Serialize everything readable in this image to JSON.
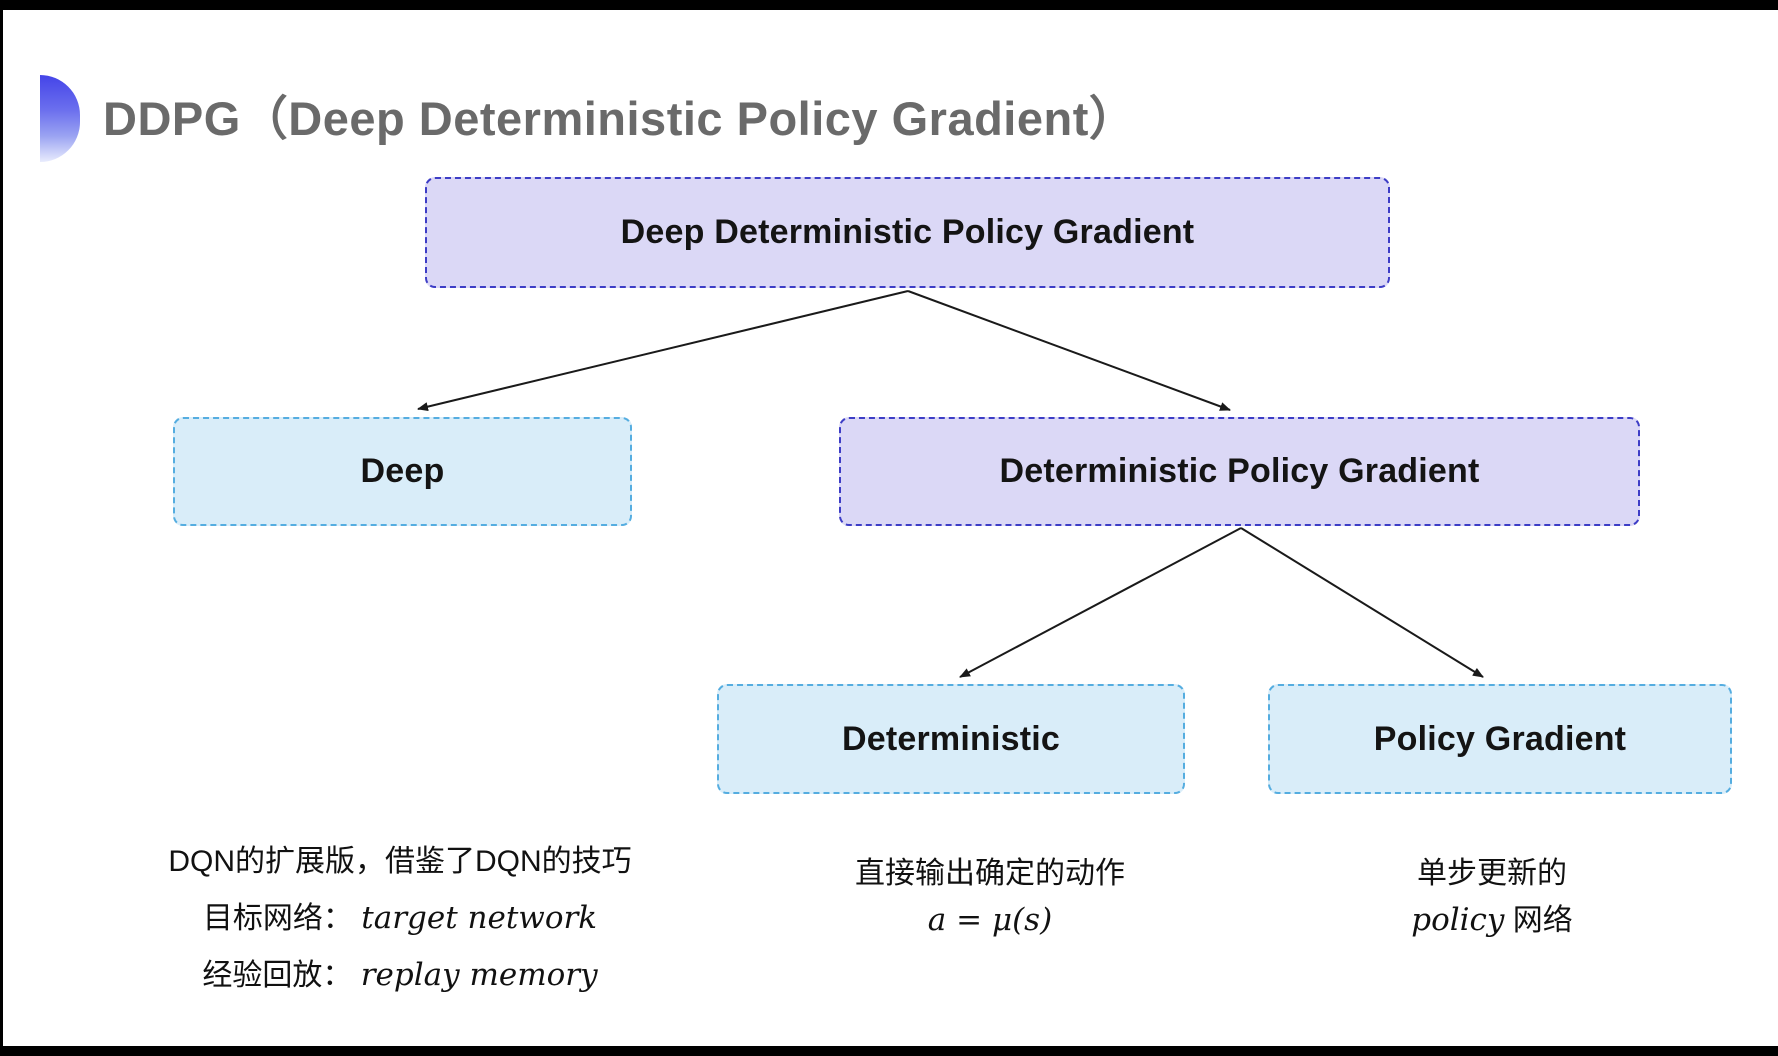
{
  "title": "DDPG（Deep Deterministic Policy Gradient）",
  "tree": {
    "root": "Deep Deterministic Policy Gradient",
    "deep": "Deep",
    "dpg": "Deterministic Policy Gradient",
    "deterministic": "Deterministic",
    "policy_gradient": "Policy Gradient"
  },
  "edges": [
    {
      "from": "root",
      "to": "deep"
    },
    {
      "from": "root",
      "to": "dpg"
    },
    {
      "from": "dpg",
      "to": "deterministic"
    },
    {
      "from": "dpg",
      "to": "policy_gradient"
    }
  ],
  "notes": {
    "deep": {
      "line1": "DQN的扩展版，借鉴了DQN的技巧",
      "line2_label": "目标网络：",
      "line2_term": "target network",
      "line3_label": "经验回放：",
      "line3_term": "replay memory"
    },
    "deterministic": {
      "line1": "直接输出确定的动作",
      "formula": "a = μ(s)"
    },
    "policy_gradient": {
      "line1": "单步更新的",
      "term": "policy",
      "suffix": " 网络"
    }
  },
  "colors": {
    "purple_fill": "#dbd8f6",
    "purple_border": "#3d3dc6",
    "cyan_fill": "#d9edf9",
    "cyan_border": "#55ade0",
    "title_gray": "#6a6a6a",
    "arrow": "#1a1a1a",
    "frame_bar": "#000000"
  }
}
